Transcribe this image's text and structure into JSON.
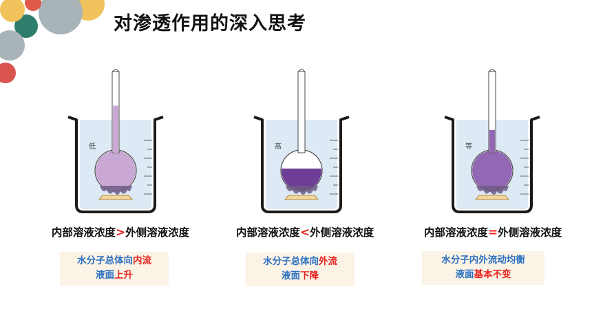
{
  "title": "对渗透作用的深入思考",
  "colors": {
    "deco": [
      "#f2c35c",
      "#2f7d6b",
      "#a9b4b8",
      "#e05a48",
      "#d9534f"
    ],
    "solution_light": "#c9a9d4",
    "solution_dark": "#6e3d96",
    "solution_mid": "#9267b3",
    "water": "#dde9f4",
    "highlight_red": "#e8221e",
    "note_blue": "#2a6fc0",
    "note_bg": "#fbf3e6"
  },
  "panels": [
    {
      "beaker_label": "低",
      "solution_color": "#c9a9d4",
      "tube_level": 0.58,
      "caption_left": "内部溶液浓度",
      "caption_op": ">",
      "caption_right": "外侧溶液浓度",
      "note_prefix": "水分子总体向",
      "note_highlight": "内流",
      "note_line2_prefix": "液面",
      "note_line2_highlight": "上升"
    },
    {
      "beaker_label": "高",
      "solution_color": "#6e3d96",
      "tube_level": 0.0,
      "caption_left": "内部溶液浓度",
      "caption_op": "<",
      "caption_right": "外侧溶液浓度",
      "note_prefix": "水分子总体向",
      "note_highlight": "外流",
      "note_line2_prefix": "液面",
      "note_line2_highlight": "下降"
    },
    {
      "beaker_label": "等",
      "solution_color": "#9267b3",
      "tube_level": 0.28,
      "caption_left": "内部溶液浓度",
      "caption_op": "=",
      "caption_right": "外侧溶液浓度",
      "note_prefix": "水分子内外流动均衡",
      "note_highlight": "",
      "note_line2_prefix": "液面",
      "note_line2_highlight": "基本不变"
    }
  ]
}
